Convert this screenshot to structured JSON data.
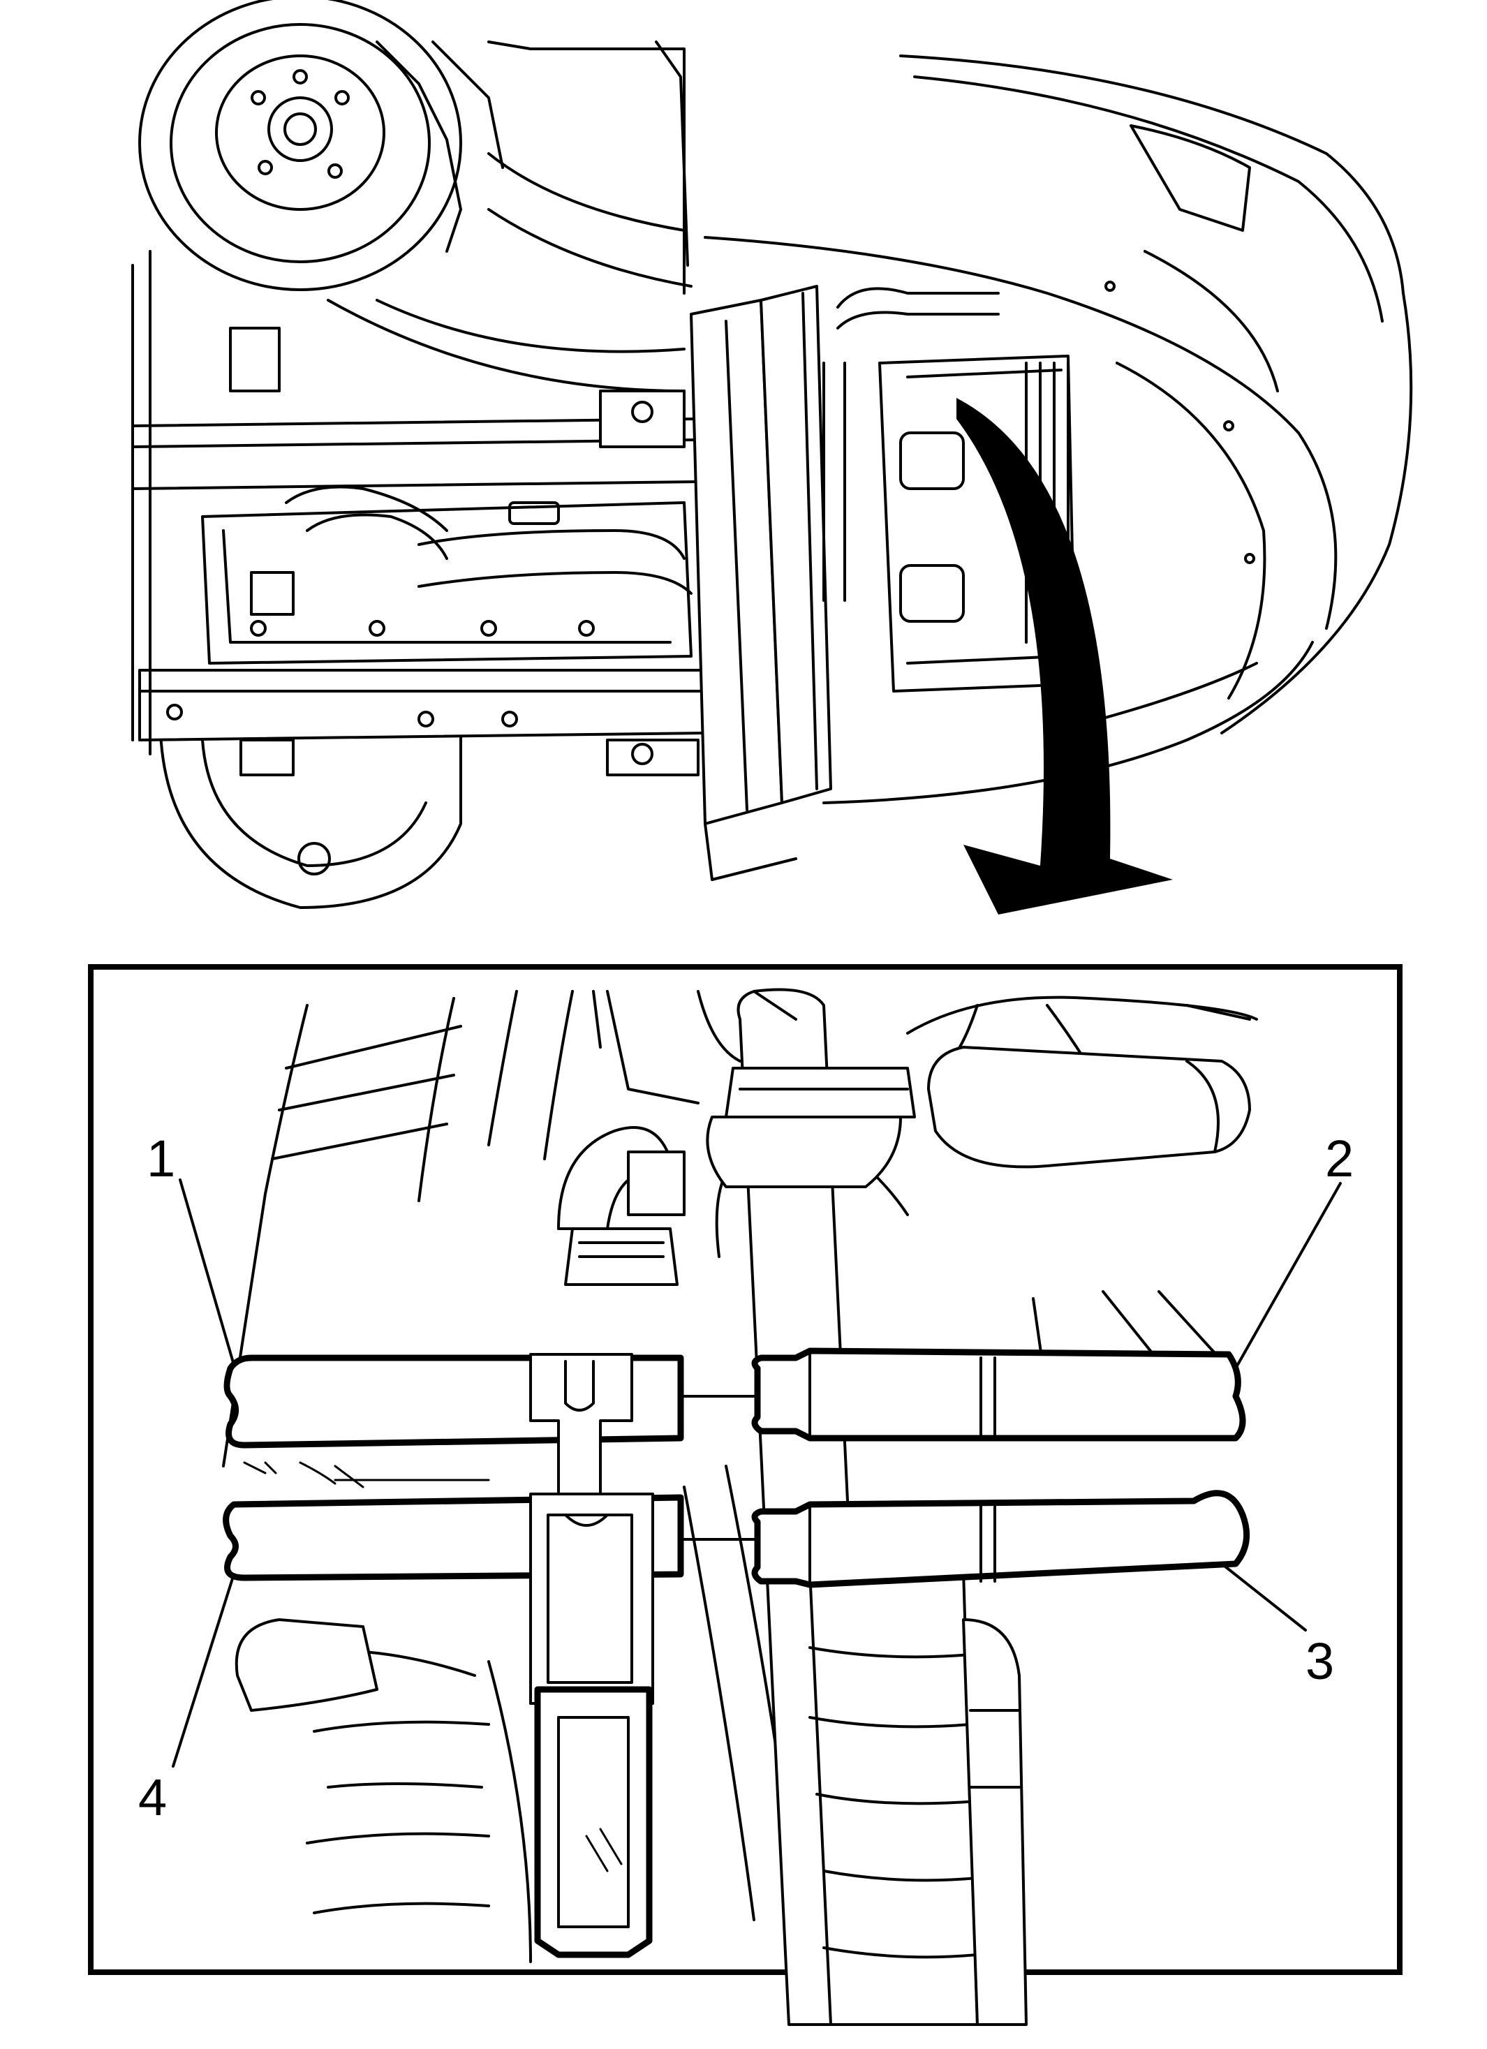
{
  "diagram": {
    "callouts": [
      {
        "id": "1",
        "label": "1"
      },
      {
        "id": "2",
        "label": "2"
      },
      {
        "id": "3",
        "label": "3"
      },
      {
        "id": "4",
        "label": "4"
      }
    ],
    "colors": {
      "line": "#000000",
      "background": "#ffffff"
    },
    "icons": [
      "curved-arrow-icon"
    ]
  }
}
